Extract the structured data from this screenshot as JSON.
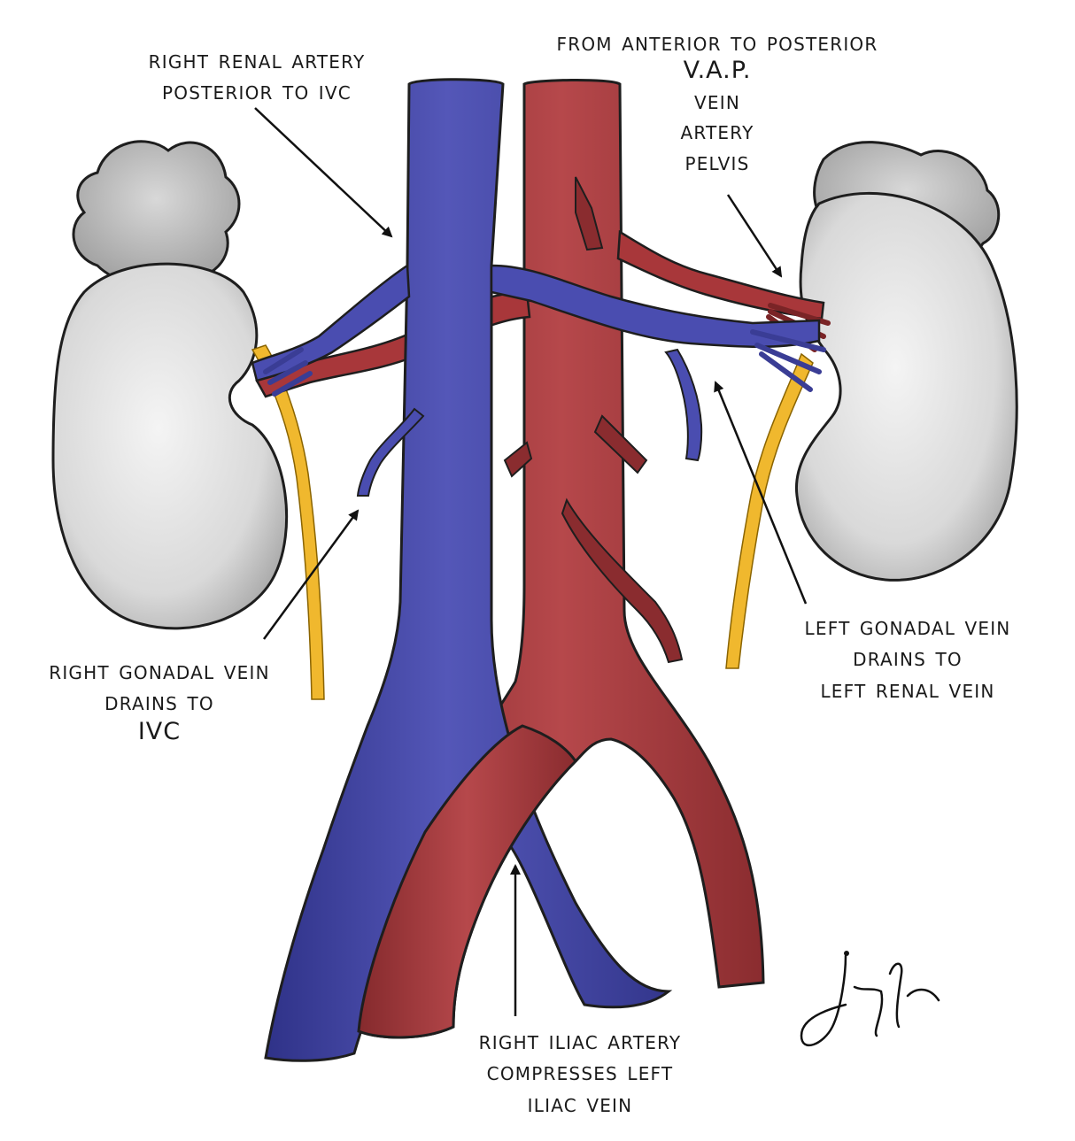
{
  "labels": {
    "right_renal_artery": [
      "Right renal artery",
      "posterior to IVC"
    ],
    "pelvis_order": [
      "From anterior to posterior",
      "V.A.P.",
      "Vein",
      "Artery",
      "Pelvis"
    ],
    "right_gonadal_vein": [
      "Right gonadal vein",
      "drains to",
      "IVC"
    ],
    "left_gonadal_vein": [
      "Left gonadal vein",
      "drains to",
      "left renal vein"
    ],
    "right_iliac_artery": [
      "Right iliac artery",
      "compresses left",
      "iliac vein"
    ]
  },
  "signature": "Jmm Yu",
  "colors": {
    "vein": "#4447a6",
    "vein_dark": "#2c2f7a",
    "artery": "#a8373a",
    "artery_dark": "#7a2426",
    "ureter": "#f0b82e",
    "organ": "#d6d6d6",
    "outline": "#1e1e1e"
  }
}
